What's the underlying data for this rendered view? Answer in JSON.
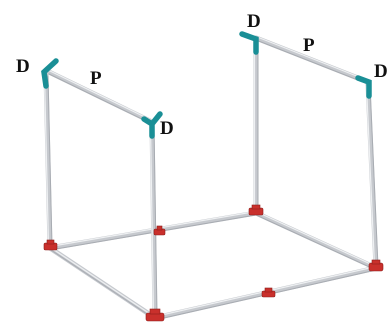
{
  "labels": {
    "left_top_left": "D",
    "left_top_mid": "P",
    "left_top_right": "D",
    "right_top_left": "D",
    "right_top_mid": "P",
    "right_top_right": "D"
  },
  "colors": {
    "tube": "#c6c9ce",
    "d_joint": "#1a8f96",
    "base_fitting": "#c9302c",
    "label_text": "#111111"
  }
}
